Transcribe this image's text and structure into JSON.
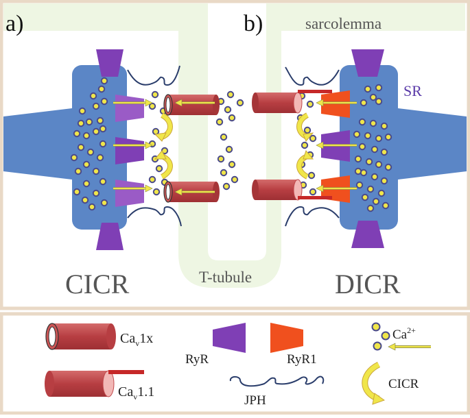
{
  "panels": {
    "a_label": "a)",
    "b_label": "b)",
    "sarcolemma_label": "sarcolemma",
    "sr_label": "SR",
    "ttubule_label": "T-tubule",
    "cicr_label": "CICR",
    "dicr_label": "DICR"
  },
  "legend": {
    "cav1x_main": "Ca",
    "cav1x_sub": "v",
    "cav1x_tail": "1x",
    "cav11_main": "Ca",
    "cav11_sub": "v",
    "cav11_tail": "1.1",
    "ryr_label": "RyR",
    "ryr1_label": "RyR1",
    "jph_label": "JPH",
    "ca_main": "Ca",
    "ca_sup": "2+",
    "cicr_label": "CICR"
  },
  "colors": {
    "frame_border": "#e9d9c6",
    "sarcolemma": "#eef6e3",
    "sr_blue": "#5b86c6",
    "ryr_purple": "#7f3fb5",
    "ryr1_orange": "#f0501e",
    "cav_red": "#c0484b",
    "cav_end": "#f2b8b6",
    "ca_yellow": "#f0e64a",
    "ca_ring": "#4a4a8a",
    "arrow_yellow": "#f0e64a",
    "jph_line": "#2a3d6b",
    "text_gray": "#555555"
  }
}
